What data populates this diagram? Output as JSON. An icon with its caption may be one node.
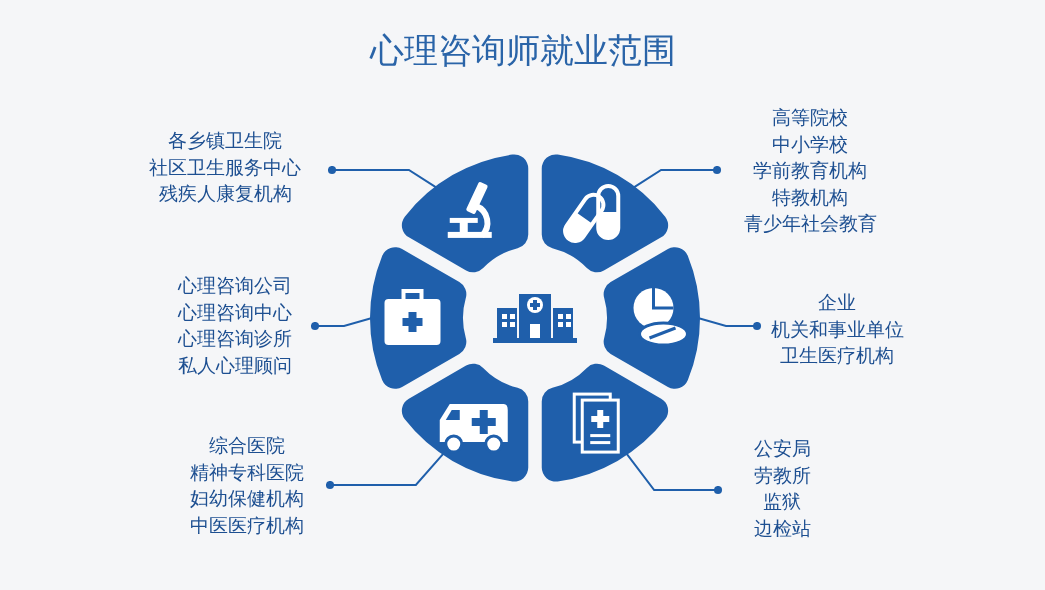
{
  "diagram": {
    "title": "心理咨询师就业范围",
    "nodes": [
      {
        "text": [
          "各乡镇卫生院",
          "社区卫生服务中心",
          "残疾人康复机构"
        ]
      },
      {
        "text": [
          "高等院校",
          "中小学校",
          "学前教育机构",
          "特教机构",
          "青少年社会教育"
        ]
      },
      {
        "text": [
          "心理咨询公司",
          "心理咨询中心",
          "心理咨询诊所",
          "私人心理顾问"
        ]
      },
      {
        "text": [
          "企业",
          "机关和事业单位",
          "卫生医疗机构"
        ]
      },
      {
        "text": [
          "综合医院",
          "精神专科医院",
          "妇幼保健机构",
          "中医医疗机构"
        ]
      },
      {
        "text": [
          "公安局",
          "劳教所",
          "监狱",
          "边检站"
        ]
      },
      {
        "text": [],
        "shape": "segment"
      },
      {
        "text": [],
        "shape": "segment"
      },
      {
        "text": [],
        "shape": "segment"
      },
      {
        "text": [],
        "shape": "segment"
      },
      {
        "text": [],
        "shape": "segment"
      },
      {
        "text": [],
        "shape": "segment"
      }
    ],
    "edges": [
      {
        "from": 0,
        "to": 6,
        "arrow": "other"
      },
      {
        "from": 1,
        "to": 7,
        "arrow": "other"
      },
      {
        "from": 2,
        "to": 8,
        "arrow": "other"
      },
      {
        "from": 3,
        "to": 9,
        "arrow": "other"
      },
      {
        "from": 4,
        "to": 10,
        "arrow": "other"
      },
      {
        "from": 5,
        "to": 11,
        "arrow": "other"
      }
    ]
  }
}
